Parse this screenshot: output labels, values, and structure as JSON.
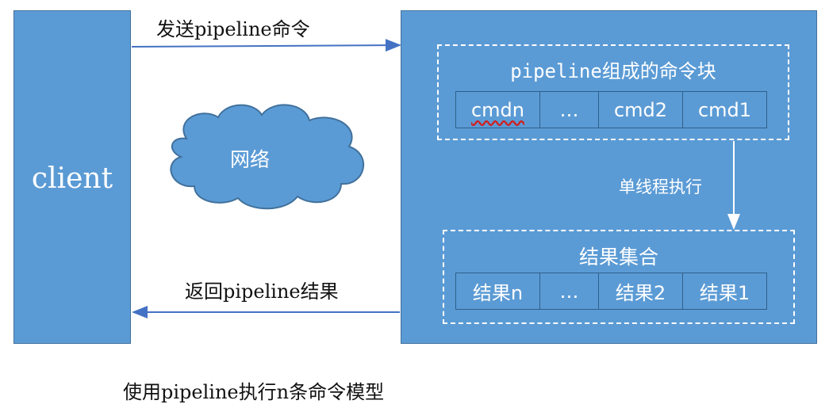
{
  "client": {
    "label": "client"
  },
  "network": {
    "label": "网络"
  },
  "arrows": {
    "send_label": "发送pipeline命令",
    "return_label": "返回pipeline结果",
    "exec_label": "单线程执行"
  },
  "command_block": {
    "title": "pipeline组成的命令块",
    "cells": [
      "cmdn",
      "…",
      "cmd2",
      "cmd1"
    ]
  },
  "result_set": {
    "title": "结果集合",
    "cells": [
      "结果n",
      "…",
      "结果2",
      "结果1"
    ]
  },
  "caption": "使用pipeline执行n条命令模型",
  "colors": {
    "box_fill": "#5b9bd5",
    "box_border": "#41719c",
    "arrow": "#4472c4"
  }
}
